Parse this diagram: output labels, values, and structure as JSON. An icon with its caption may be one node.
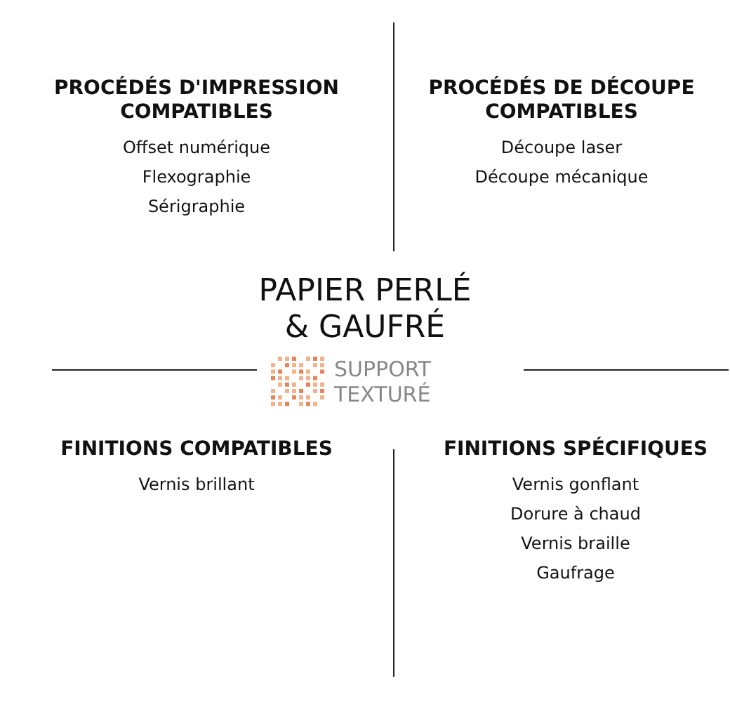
{
  "diagram": {
    "nodes": [
      {
        "text": [
          "PROCÉDÉS D'IMPRESSION COMPATIBLES",
          "Offset numérique",
          "Flexographie",
          "Sérigraphie"
        ]
      },
      {
        "text": [
          "PROCÉDÉS DE DÉCOUPE COMPATIBLES",
          "Découpe laser",
          "Découpe mécanique"
        ]
      },
      {
        "text": [
          "PAPIER PERLÉ & GAUFRÉ",
          "SUPPORT TEXTURÉ"
        ]
      },
      {
        "text": [
          "FINITIONS COMPATIBLES",
          "Vernis brillant"
        ]
      },
      {
        "text": [
          "FINITIONS SPÉCIFIQUES",
          "Vernis gonflant",
          "Dorure à chaud",
          "Vernis braille",
          "Gaufrage"
        ]
      }
    ],
    "edges": []
  }
}
